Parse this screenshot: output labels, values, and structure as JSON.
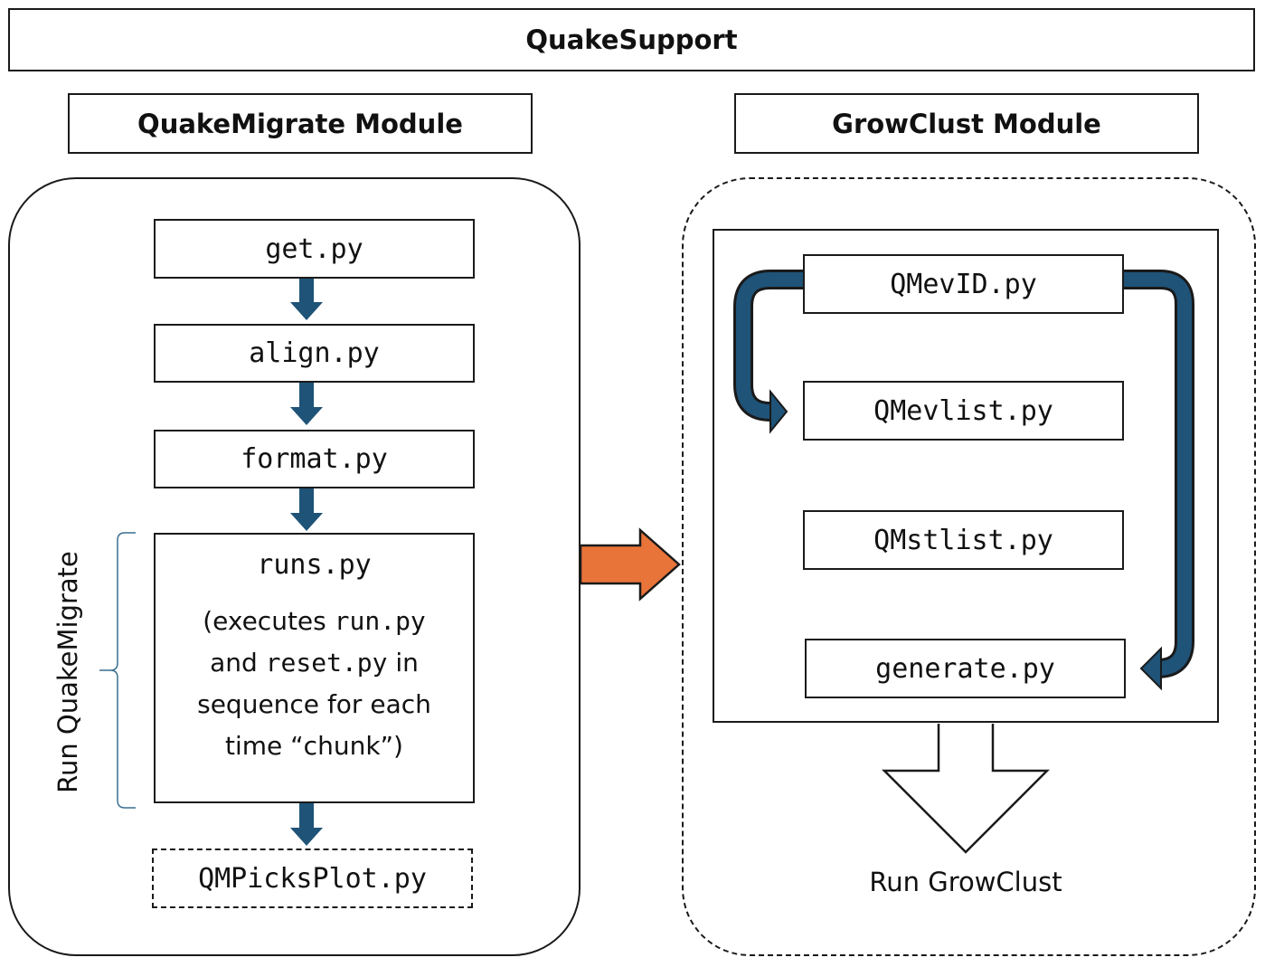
{
  "title": "QuakeSupport",
  "left_module": {
    "header": "QuakeMigrate Module",
    "steps": [
      "get.py",
      "align.py",
      "format.py"
    ],
    "runs": {
      "name": "runs.py",
      "desc_prefix": "(executes ",
      "desc_run": "run.py",
      "desc_and": "and ",
      "desc_reset": "reset.py",
      "desc_in": " in",
      "desc_line3": "sequence for each",
      "desc_line4": "time “chunk”)"
    },
    "optional_step": "QMPicksPlot.py",
    "side_label": "Run QuakeMigrate"
  },
  "right_module": {
    "header": "GrowClust Module",
    "steps": [
      "QMevID.py",
      "QMevlist.py",
      "QMstlist.py",
      "generate.py"
    ],
    "output_label": "Run GrowClust"
  },
  "colors": {
    "flow_arrow": "#1f5378",
    "transfer_arrow": "#e8743a",
    "border": "#1a1a1a"
  }
}
